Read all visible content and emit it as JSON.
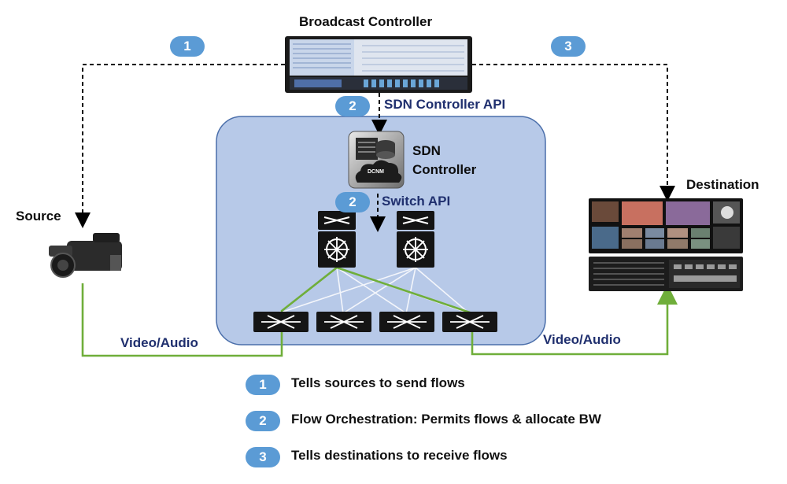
{
  "nodes": {
    "broadcast_controller": "Broadcast Controller",
    "sdn_controller_line1": "SDN",
    "sdn_controller_line2": "Controller",
    "sdn_server_tag": "DCNM",
    "source": "Source",
    "destination": "Destination"
  },
  "links": {
    "sdn_controller_api": "SDN Controller API",
    "switch_api": "Switch API",
    "video_audio_left": "Video/Audio",
    "video_audio_right": "Video/Audio"
  },
  "badges": {
    "step1": "1",
    "step2_api": "2",
    "step2_switch": "2",
    "step3": "3"
  },
  "legend": [
    {
      "num": "1",
      "text": "Tells sources to send flows"
    },
    {
      "num": "2",
      "text": "Flow Orchestration: Permits flows & allocate BW"
    },
    {
      "num": "3",
      "text": "Tells destinations to receive flows"
    }
  ],
  "colors": {
    "badge": "#5b9bd5",
    "sdn_domain_fill": "#b7c9e8",
    "sdn_domain_border": "#4a6eaa",
    "media_flow": "#6fae3a",
    "control_flow": "#000000",
    "label_navy": "#1f2f6e"
  }
}
